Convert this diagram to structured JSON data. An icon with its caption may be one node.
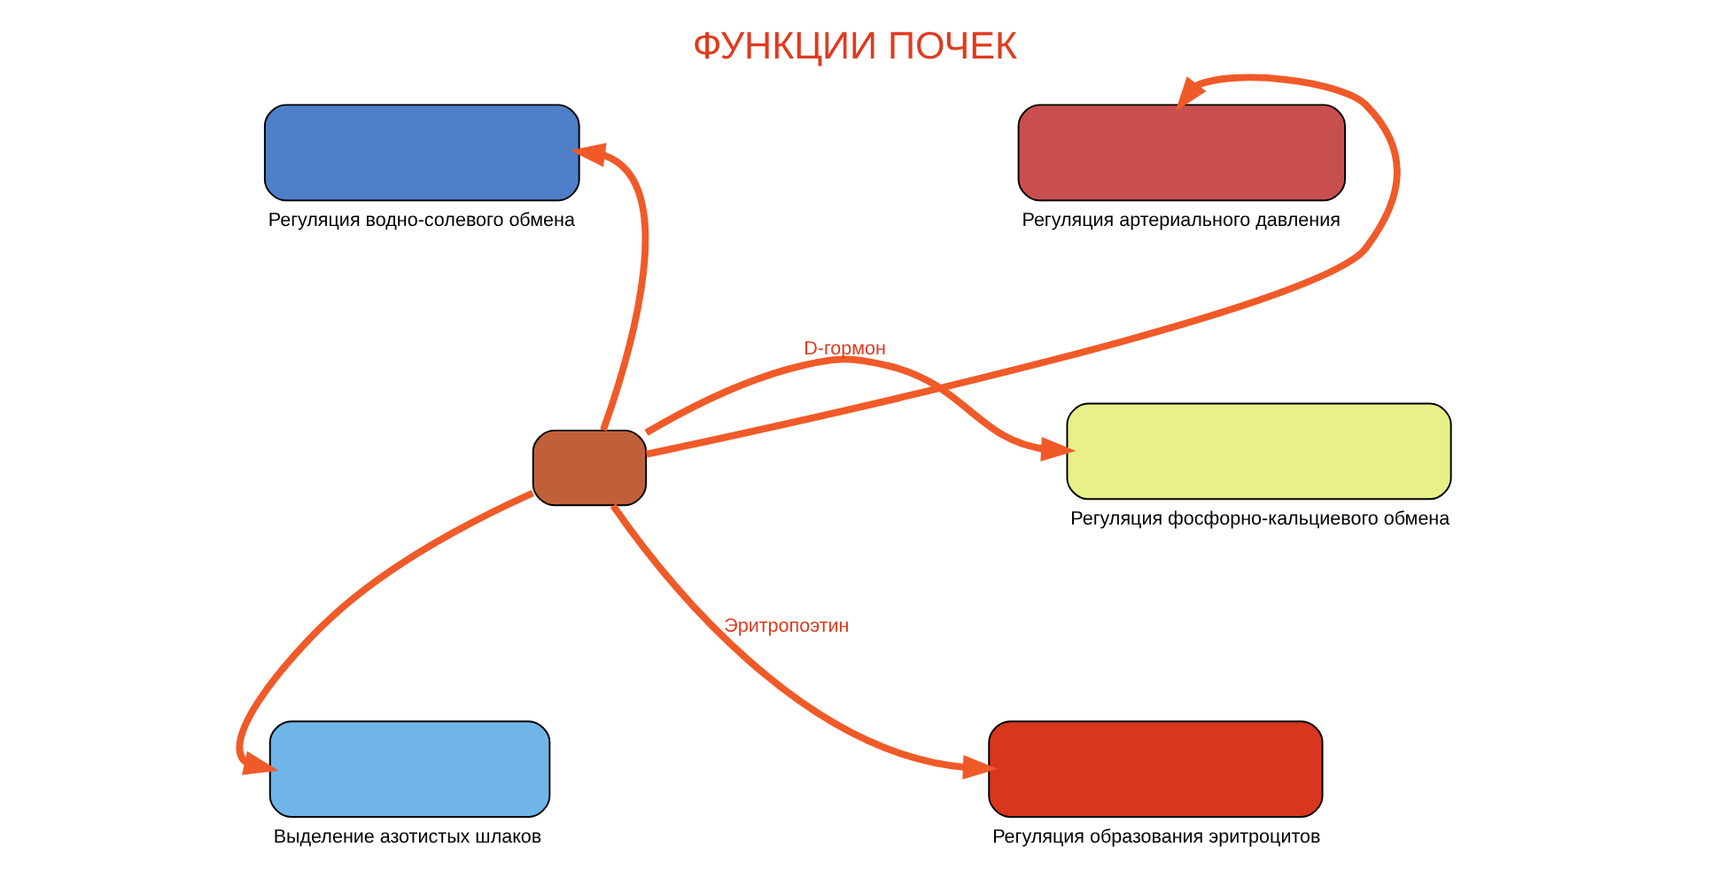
{
  "diagram": {
    "title": "ФУНКЦИИ ПОЧЕК",
    "nodes": [
      {
        "text": [],
        "shape": "box",
        "beside": [
          "Регуляция водно-солевого обмена"
        ]
      },
      {
        "text": [],
        "shape": "box",
        "beside": [
          "Регуляция артериального давления"
        ]
      },
      {
        "text": [],
        "shape": "box"
      },
      {
        "text": [],
        "shape": "box",
        "beside": [
          "Регуляция фосфорно-кальциевого обмена"
        ]
      },
      {
        "text": [],
        "shape": "box",
        "beside": [
          "Выделение азотистых шлаков"
        ]
      },
      {
        "text": [],
        "shape": "box",
        "beside": [
          "Регуляция образования эритроцитов"
        ]
      }
    ],
    "edges": [
      {
        "from": 2,
        "to": 0,
        "arrow": "to"
      },
      {
        "from": 2,
        "to": 1,
        "arrow": "to"
      },
      {
        "from": 2,
        "to": 3,
        "arrow": "to",
        "label": "D-гормон"
      },
      {
        "from": 2,
        "to": 4,
        "arrow": "to"
      },
      {
        "from": 2,
        "to": 5,
        "arrow": "to",
        "label": "Эритропоэтин"
      }
    ]
  }
}
